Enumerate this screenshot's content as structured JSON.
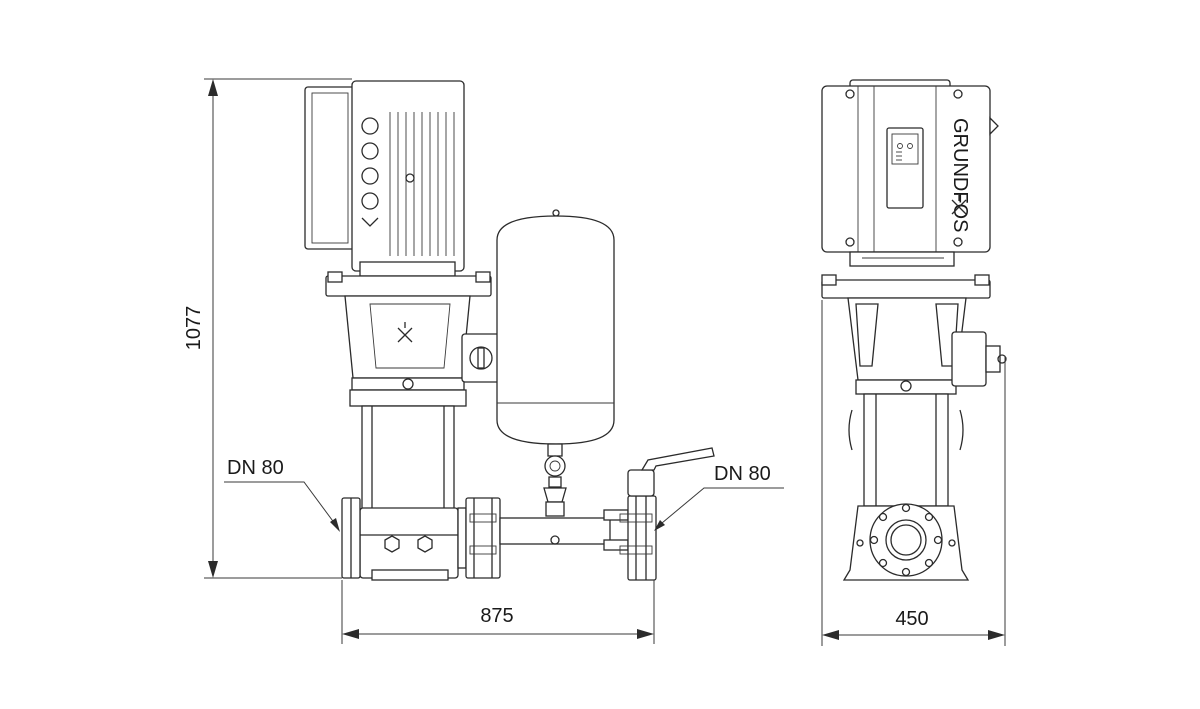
{
  "dimensions": {
    "height": "1077",
    "width_front": "875",
    "width_side": "450"
  },
  "connections": {
    "inlet": "DN 80",
    "outlet": "DN 80"
  },
  "icons": {
    "brand_logo": "grundfos-x-logo",
    "brand_text": "GRUNDFOS"
  }
}
